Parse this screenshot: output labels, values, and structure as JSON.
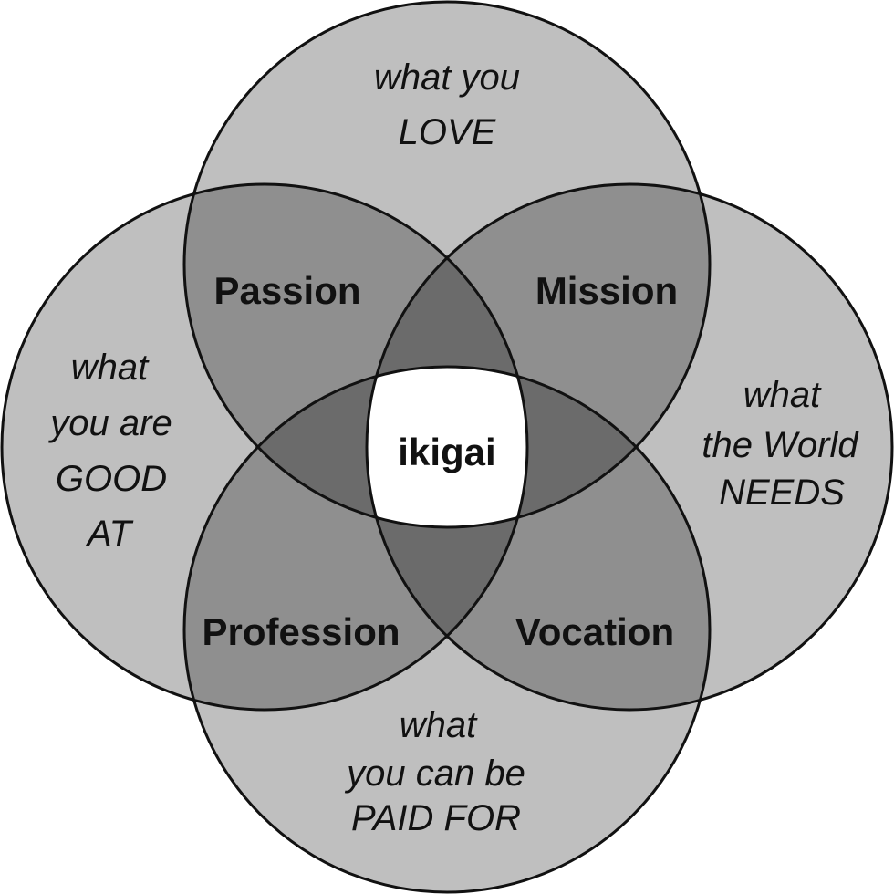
{
  "title": "ikigai",
  "circles": {
    "love": [
      "what you",
      "LOVE"
    ],
    "good_at": [
      "what",
      "you are",
      "GOOD",
      "AT"
    ],
    "needs": [
      "what",
      "the World",
      "NEEDS"
    ],
    "paid": [
      "what",
      "you can be",
      "PAID FOR"
    ]
  },
  "overlaps": {
    "passion": "Passion",
    "mission": "Mission",
    "profession": "Profession",
    "vocation": "Vocation"
  },
  "center": "ikigai",
  "colors": {
    "circle_fill": "#000000",
    "center_fill": "#ffffff",
    "stroke": "#111111"
  }
}
